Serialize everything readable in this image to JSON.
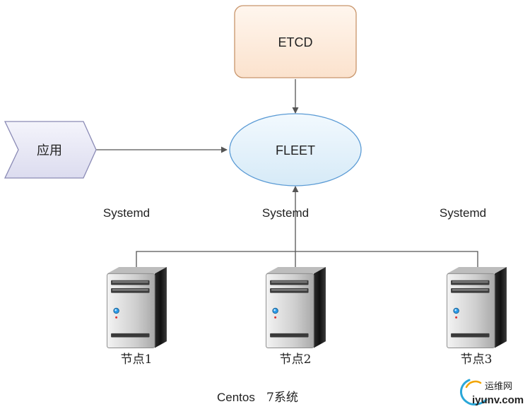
{
  "nodes": {
    "etcd": "ETCD",
    "fleet": "FLEET",
    "app": "应用"
  },
  "labels": {
    "systemd_left": "Systemd",
    "systemd_center": "Systemd",
    "systemd_right": "Systemd"
  },
  "servers": [
    {
      "label": "节点1"
    },
    {
      "label": "节点2"
    },
    {
      "label": "节点3"
    }
  ],
  "footer": {
    "os_name": "Centos",
    "os_version": "7系统"
  },
  "watermark": {
    "site_name": "运维网",
    "site_url": "iyunv.com"
  },
  "colors": {
    "etcd_fill": "#fdebdc",
    "etcd_stroke": "#c8956b",
    "fleet_fill": "#e2f0f9",
    "fleet_stroke": "#5b9bd5",
    "app_fill": "#e7e7f5",
    "app_stroke": "#8a8ab5",
    "line": "#555555",
    "watermark_blue": "#2aa7d8"
  }
}
